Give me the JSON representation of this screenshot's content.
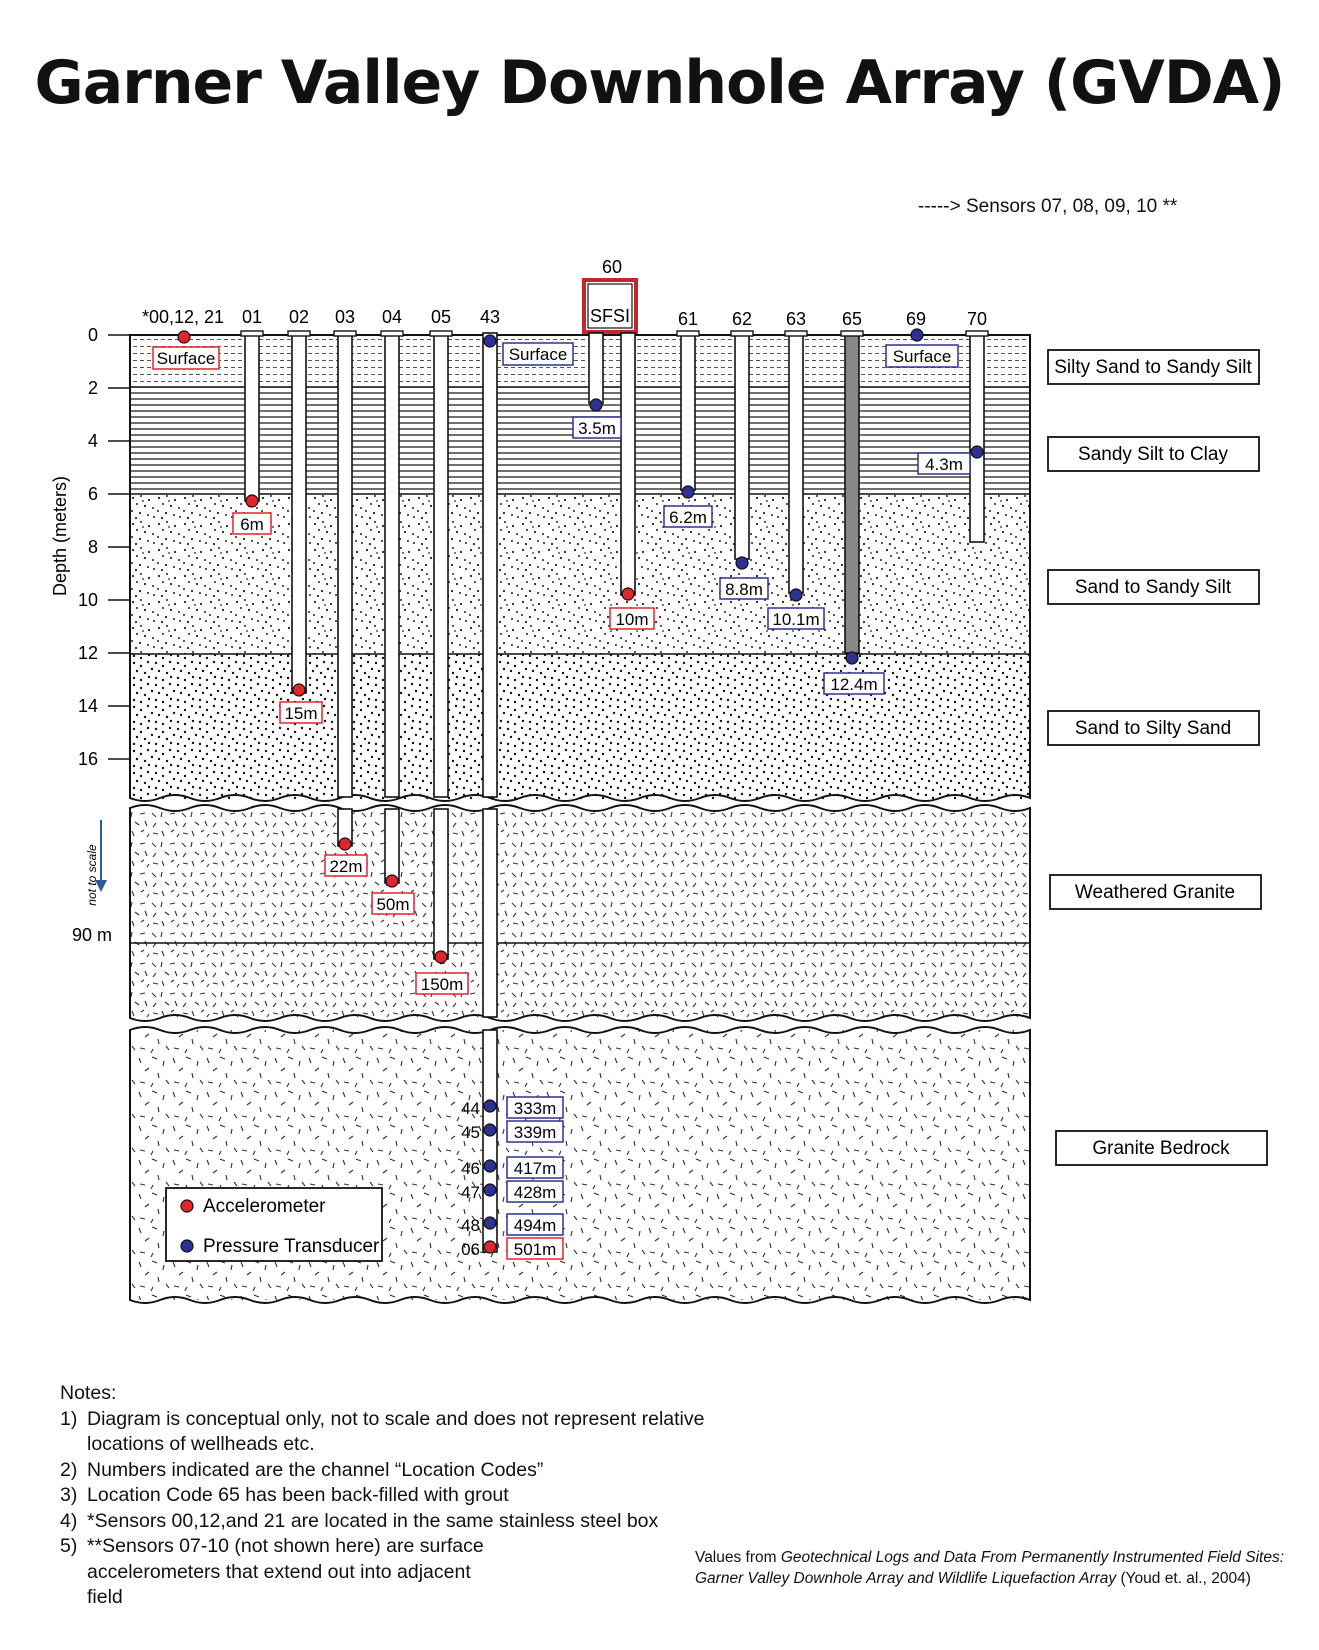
{
  "title": "Garner Valley Downhole Array (GVDA)",
  "sensor_note": "-----> Sensors 07, 08, 09, 10 **",
  "axis": {
    "label": "Depth (meters)",
    "ticks": [
      "0",
      "2",
      "4",
      "6",
      "8",
      "10",
      "12",
      "14",
      "16"
    ],
    "not_to_scale": "not to scale",
    "deep_label": "90 m"
  },
  "wells": [
    {
      "code": "*00,12, 21",
      "type": "surface"
    },
    {
      "code": "01",
      "depth_label": "6m",
      "sensor": "accelerometer"
    },
    {
      "code": "02",
      "depth_label": "15m",
      "sensor": "accelerometer"
    },
    {
      "code": "03",
      "depth_label": "22m",
      "sensor": "accelerometer"
    },
    {
      "code": "04",
      "depth_label": "50m",
      "sensor": "accelerometer"
    },
    {
      "code": "05",
      "depth_label": "150m",
      "sensor": "accelerometer"
    },
    {
      "code": "43",
      "type": "surface_pressure"
    },
    {
      "code": "60",
      "box_label": "SFSI",
      "depth_label": "3.5m",
      "sensor": "pressure_transducer"
    },
    {
      "code": "",
      "depth_label": "10m",
      "sensor": "accelerometer"
    },
    {
      "code": "61",
      "depth_label": "6.2m",
      "sensor": "pressure_transducer"
    },
    {
      "code": "62",
      "depth_label": "8.8m",
      "sensor": "pressure_transducer"
    },
    {
      "code": "63",
      "depth_label": "10.1m",
      "sensor": "pressure_transducer"
    },
    {
      "code": "65",
      "depth_label": "12.4m",
      "sensor": "pressure_transducer",
      "grouted": true
    },
    {
      "code": "69",
      "type": "surface_pressure"
    },
    {
      "code": "70",
      "depth_label": "4.3m",
      "sensor": "pressure_transducer"
    }
  ],
  "surface_labels": [
    "Surface",
    "Surface",
    "Surface"
  ],
  "deep_sensors": [
    {
      "code": "44",
      "depth_label": "333m",
      "sensor": "pressure_transducer"
    },
    {
      "code": "45",
      "depth_label": "339m",
      "sensor": "pressure_transducer"
    },
    {
      "code": "46",
      "depth_label": "417m",
      "sensor": "pressure_transducer"
    },
    {
      "code": "47",
      "depth_label": "428m",
      "sensor": "pressure_transducer"
    },
    {
      "code": "48",
      "depth_label": "494m",
      "sensor": "pressure_transducer"
    },
    {
      "code": "06",
      "depth_label": "501m",
      "sensor": "accelerometer"
    }
  ],
  "layers": [
    "Silty Sand to Sandy Silt",
    "Sandy Silt to Clay",
    "Sand to Sandy Silt",
    "Sand to Silty Sand",
    "Weathered Granite",
    "Granite Bedrock"
  ],
  "legend": [
    {
      "label": "Accelerometer",
      "color": "#e0262b"
    },
    {
      "label": "Pressure Transducer",
      "color": "#2e3192"
    }
  ],
  "colors": {
    "accelerometer": "#e0262b",
    "pressure_transducer": "#2e3192",
    "grout": "#888888"
  },
  "notes": {
    "heading": "Notes:",
    "items": [
      {
        "num": "1)",
        "text": "Diagram is conceptual only, not to scale and does not represent relative locations of wellheads etc."
      },
      {
        "num": "2)",
        "text": "Numbers indicated are the channel “Location Codes”"
      },
      {
        "num": "3)",
        "text": "Location Code 65 has been back-filled with grout"
      },
      {
        "num": "4)",
        "text": "*Sensors 00,12,and 21 are located in the same stainless steel box"
      },
      {
        "num": "5)",
        "text": "**Sensors 07-10  (not shown here) are surface accelerometers that extend out into adjacent field"
      }
    ]
  },
  "credit": {
    "prefix": "Values from ",
    "italic1": "Geotechnical Logs and Data From Permanently  Instrumented Field Sites:",
    "italic2": "Garner Valley Downhole Array and Wildlife Liquefaction Array",
    "suffix": " (Youd et. al., 2004)"
  }
}
